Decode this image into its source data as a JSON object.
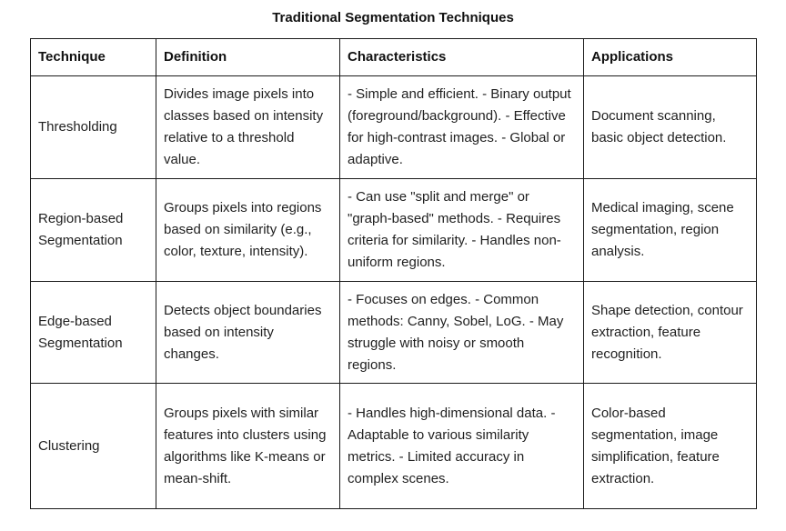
{
  "title": "Traditional Segmentation Techniques",
  "table": {
    "headers": [
      "Technique",
      "Definition",
      "Characteristics",
      "Applications"
    ],
    "rows": [
      {
        "technique": "Thresholding",
        "definition": "Divides image pixels into classes based on intensity relative to a threshold value.",
        "characteristics": "- Simple and efficient. - Binary output (foreground/background). - Effective for high-contrast images. - Global or adaptive.",
        "applications": "Document scanning, basic object detection."
      },
      {
        "technique": "Region-based Segmentation",
        "definition": "Groups pixels into regions based on similarity (e.g., color, texture, intensity).",
        "characteristics": "- Can use \"split and merge\" or \"graph-based\" methods. - Requires criteria for similarity. - Handles non-uniform regions.",
        "applications": "Medical imaging, scene segmentation, region analysis."
      },
      {
        "technique": "Edge-based Segmentation",
        "definition": "Detects object boundaries based on intensity changes.",
        "characteristics": "- Focuses on edges. - Common methods: Canny, Sobel, LoG. - May struggle with noisy or smooth regions.",
        "applications": "Shape detection, contour extraction, feature recognition."
      },
      {
        "technique": "Clustering",
        "definition": "Groups pixels with similar features into clusters using algorithms like K-means or mean-shift.",
        "characteristics": "- Handles high-dimensional data. - Adaptable to various similarity metrics. - Limited accuracy in complex scenes.",
        "applications": "Color-based segmentation, image simplification, feature extraction."
      }
    ]
  }
}
